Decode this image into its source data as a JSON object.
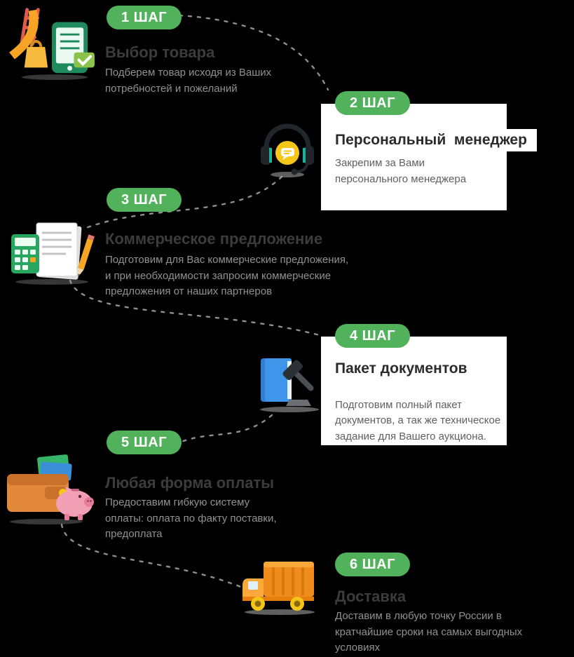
{
  "infographic": {
    "background": "#000000",
    "steps": [
      {
        "badge": "1 ШАГ",
        "title": "Выбор товара",
        "description": "Подберем товар исходя из Ваших\nпотребностей и пожеланий",
        "icon": "playground-slide-tablet-icon"
      },
      {
        "badge": "2 ШАГ",
        "title": "Персональный  менеджер",
        "description": "Закрепим за Вами\nперсонального менеджера",
        "icon": "headphones-support-icon"
      },
      {
        "badge": "3 ШАГ",
        "title": "Коммерческое предложение",
        "description": "Подготовим для Вас коммерческие предложения,\nи при необходимости запросим коммерческие\nпредложения от наших партнеров",
        "icon": "calculator-documents-icon"
      },
      {
        "badge": "4 ШАГ",
        "title": "Пакет документов",
        "description": "Подготовим полный пакет\nдокументов, а так же техническое\nзадание для Вашего аукциона.",
        "icon": "law-book-gavel-icon"
      },
      {
        "badge": "5 ШАГ",
        "title": "Любая форма оплаты",
        "description": "Предоставим гибкую систему\nоплаты: оплата по факту поставки,\nпредоплата",
        "icon": "wallet-piggybank-icon"
      },
      {
        "badge": "6 ШАГ",
        "title": "Доставка",
        "description": "Доставим в любую точку России в\nкратчайшие сроки на самых выгодных\nусловиях",
        "icon": "delivery-truck-icon"
      }
    ],
    "colors": {
      "badge": "#52b25c",
      "badge_text": "#ffffff",
      "card_background": "#ffffff",
      "title_on_dark": "#3c3c3c",
      "title_on_card": "#2b2b2b",
      "description_on_dark": "#919191",
      "description_on_card": "#5f5f5f",
      "connector": "#8f8f8f"
    }
  }
}
